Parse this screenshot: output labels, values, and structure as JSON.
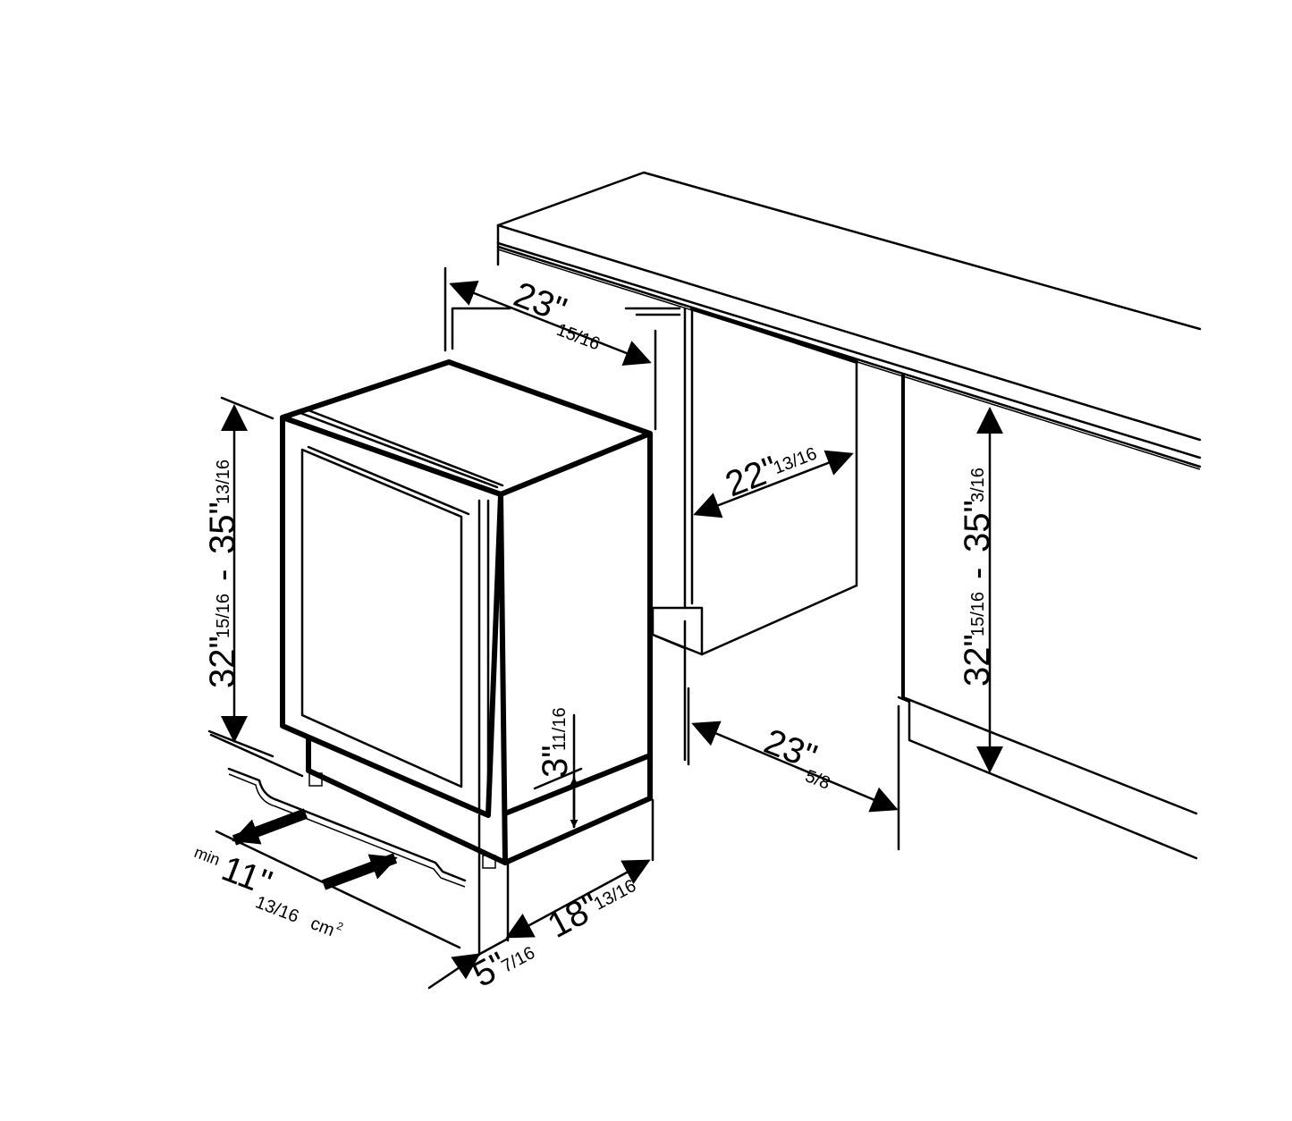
{
  "diagram": {
    "type": "installation-dimensions",
    "subject": "built-in undercounter appliance",
    "colors": {
      "line": "#000000",
      "background": "#ffffff"
    }
  },
  "dimensions": {
    "cabinet_depth_top": {
      "whole": "23\"",
      "fraction": "15/16"
    },
    "appliance_height": {
      "from_whole": "32\"",
      "from_fraction": "15/16",
      "separator": "-",
      "to_whole": "35\"",
      "to_fraction": "13/16"
    },
    "niche_depth": {
      "whole": "22\"",
      "fraction": "13/16"
    },
    "niche_height": {
      "from_whole": "32\"",
      "from_fraction": "15/16",
      "separator": "-",
      "to_whole": "35\"",
      "to_fraction": "3/16"
    },
    "plinth_height": {
      "whole": "3\"",
      "fraction": "11/16"
    },
    "niche_width": {
      "whole": "23\"",
      "fraction": "5/8"
    },
    "appliance_width": {
      "whole": "18\"",
      "fraction": "13/16"
    },
    "door_offset": {
      "whole": "5\"",
      "fraction": "7/16"
    },
    "ventilation": {
      "prefix": "min",
      "whole": "11\"",
      "fraction": "13/16",
      "unit": "cm",
      "unit_sup": "2"
    }
  }
}
